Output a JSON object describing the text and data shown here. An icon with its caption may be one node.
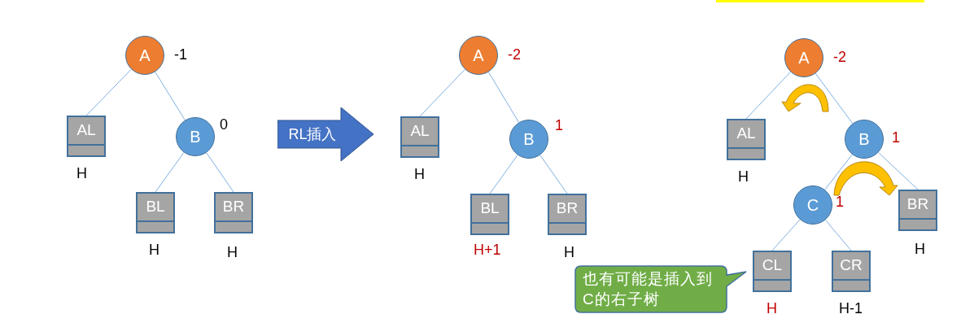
{
  "diagram": {
    "nodes": [
      {
        "text": [
          "A"
        ],
        "beside": [
          "-1"
        ]
      },
      {
        "text": [
          "AL"
        ],
        "beside": [
          "H"
        ]
      },
      {
        "text": [
          "B"
        ],
        "beside": [
          "0"
        ]
      },
      {
        "text": [
          "BL"
        ],
        "beside": [
          "H"
        ]
      },
      {
        "text": [
          "BR"
        ],
        "beside": [
          "H"
        ]
      },
      {
        "text": [
          "RL插入"
        ]
      },
      {
        "text": [
          "A"
        ],
        "beside": [
          "-2"
        ]
      },
      {
        "text": [
          "AL"
        ],
        "beside": [
          "H"
        ]
      },
      {
        "text": [
          "B"
        ],
        "beside": [
          "1"
        ]
      },
      {
        "text": [
          "BL"
        ],
        "beside": [
          "H+1"
        ]
      },
      {
        "text": [
          "BR"
        ],
        "beside": [
          "H"
        ]
      },
      {
        "text": [
          "A"
        ],
        "beside": [
          "-2"
        ]
      },
      {
        "text": [
          "AL"
        ],
        "beside": [
          "H"
        ]
      },
      {
        "text": [
          "B"
        ],
        "beside": [
          "1"
        ]
      },
      {
        "text": [
          "C"
        ],
        "beside": [
          "1"
        ]
      },
      {
        "text": [
          "BR"
        ],
        "beside": [
          "H"
        ]
      },
      {
        "text": [
          "CL"
        ],
        "beside": [
          "H"
        ]
      },
      {
        "text": [
          "CR"
        ],
        "beside": [
          "H-1"
        ]
      },
      {
        "text": [
          "也有可能是插入到C的右子树"
        ]
      }
    ],
    "edges": [
      {
        "from": 0,
        "to": 1,
        "arrow": "none"
      },
      {
        "from": 0,
        "to": 2,
        "arrow": "none"
      },
      {
        "from": 2,
        "to": 3,
        "arrow": "none"
      },
      {
        "from": 2,
        "to": 4,
        "arrow": "none"
      },
      {
        "from": 6,
        "to": 7,
        "arrow": "none"
      },
      {
        "from": 6,
        "to": 8,
        "arrow": "none"
      },
      {
        "from": 8,
        "to": 9,
        "arrow": "none"
      },
      {
        "from": 8,
        "to": 10,
        "arrow": "none"
      },
      {
        "from": 11,
        "to": 12,
        "arrow": "none"
      },
      {
        "from": 11,
        "to": 13,
        "arrow": "none"
      },
      {
        "from": 13,
        "to": 14,
        "arrow": "none"
      },
      {
        "from": 13,
        "to": 15,
        "arrow": "none"
      },
      {
        "from": 14,
        "to": 16,
        "arrow": "none"
      },
      {
        "from": 14,
        "to": 17,
        "arrow": "none"
      }
    ]
  }
}
